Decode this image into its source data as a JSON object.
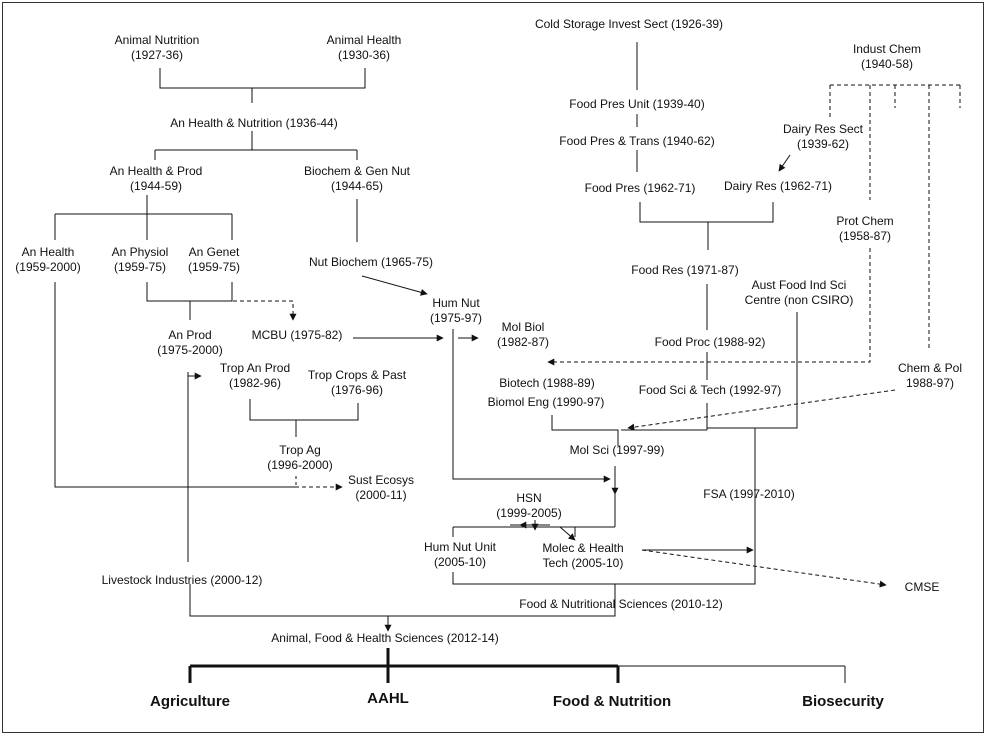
{
  "nodes": {
    "animal_nutrition": [
      "Animal Nutrition",
      "(1927-36)"
    ],
    "animal_health": [
      "Animal Health",
      "(1930-36)"
    ],
    "cold_storage": [
      "Cold Storage Invest Sect (1926-39)"
    ],
    "indust_chem": [
      "Indust Chem",
      "(1940-58)"
    ],
    "an_health_nutrition": [
      "An Health & Nutrition (1936-44)"
    ],
    "food_pres_unit": [
      "Food Pres Unit (1939-40)"
    ],
    "food_pres_trans": [
      "Food Pres & Trans (1940-62)"
    ],
    "dairy_res_sect": [
      "Dairy Res Sect",
      "(1939-62)"
    ],
    "an_health_prod": [
      "An Health & Prod",
      "(1944-59)"
    ],
    "biochem_gen_nut": [
      "Biochem  & Gen Nut",
      "(1944-65)"
    ],
    "food_pres": [
      "Food Pres (1962-71)"
    ],
    "dairy_res": [
      "Dairy Res (1962-71)"
    ],
    "prot_chem": [
      "Prot Chem",
      "(1958-87)"
    ],
    "an_health": [
      "An Health",
      "(1959-2000)"
    ],
    "an_physiol": [
      "An Physiol",
      "(1959-75)"
    ],
    "an_genet": [
      "An Genet",
      "(1959-75)"
    ],
    "nut_biochem": [
      "Nut Biochem (1965-75)"
    ],
    "food_res": [
      "Food Res (1971-87)"
    ],
    "aust_food": [
      "Aust Food Ind Sci",
      "Centre (non CSIRO)"
    ],
    "hum_nut": [
      "Hum Nut",
      "(1975-97)"
    ],
    "an_prod": [
      "An Prod",
      "(1975-2000)"
    ],
    "mcbu": [
      "MCBU (1975-82)"
    ],
    "mol_biol": [
      "Mol Biol",
      "(1982-87)"
    ],
    "food_proc": [
      "Food Proc (1988-92)"
    ],
    "trop_an_prod": [
      "Trop An Prod",
      "(1982-96)"
    ],
    "trop_crops": [
      "Trop Crops & Past",
      "(1976-96)"
    ],
    "chem_pol": [
      "Chem & Pol",
      "1988-97)"
    ],
    "biotech": [
      "Biotech (1988-89)"
    ],
    "biomol_eng": [
      "Biomol Eng (1990-97)"
    ],
    "food_sci_tech": [
      "Food Sci & Tech (1992-97)"
    ],
    "trop_ag": [
      "Trop Ag",
      "(1996-2000)"
    ],
    "mol_sci": [
      "Mol Sci (1997-99)"
    ],
    "sust_ecosys": [
      "Sust Ecosys",
      "(2000-11)"
    ],
    "fsa": [
      "FSA (1997-2010)"
    ],
    "hsn": [
      "HSN",
      "(1999-2005)"
    ],
    "hum_nut_unit": [
      "Hum Nut Unit",
      "(2005-10)"
    ],
    "molec_health": [
      "Molec  & Health",
      "Tech (2005-10)"
    ],
    "livestock": [
      "Livestock Industries (2000-12)"
    ],
    "cmse": [
      "CMSE"
    ],
    "food_nutr_sci": [
      "Food & Nutritional Sciences (2010-12)"
    ],
    "afhs": [
      "Animal, Food & Health Sciences (2012-14)"
    ],
    "agriculture": [
      "Agriculture"
    ],
    "aahl": [
      "AAHL"
    ],
    "food_nutrition": [
      "Food & Nutrition"
    ],
    "biosecurity": [
      "Biosecurity"
    ]
  }
}
